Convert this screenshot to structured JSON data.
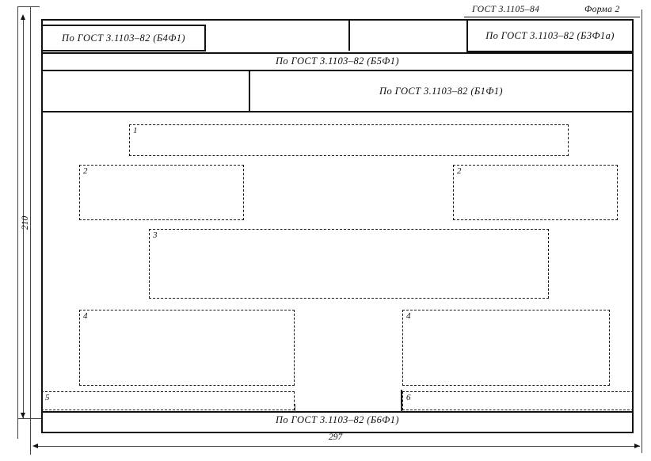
{
  "document": {
    "standard_ref": "ГОСТ 3.1105–84",
    "form_ref": "Форма 2"
  },
  "fields": {
    "b4f1": "По ГОСТ 3.1103–82 (Б4Ф1)",
    "b3f1a": "По ГОСТ 3.1103–82 (Б3Ф1а)",
    "b5f1": "По ГОСТ 3.1103–82 (Б5Ф1)",
    "b1f1": "По ГОСТ 3.1103–82 (Б1Ф1)",
    "b6f1": "По ГОСТ 3.1103–82 (Б6Ф1)"
  },
  "zones": [
    {
      "id": "zone-1",
      "number": "1"
    },
    {
      "id": "zone-2l",
      "number": "2"
    },
    {
      "id": "zone-2r",
      "number": "2"
    },
    {
      "id": "zone-3",
      "number": "3"
    },
    {
      "id": "zone-4l",
      "number": "4"
    },
    {
      "id": "zone-4r",
      "number": "4"
    },
    {
      "id": "zone-5",
      "number": "5"
    },
    {
      "id": "zone-6",
      "number": "6"
    }
  ],
  "dimensions": {
    "height": "210",
    "width": "297"
  },
  "colors": {
    "ink": "#111111",
    "paper": "#ffffff"
  }
}
